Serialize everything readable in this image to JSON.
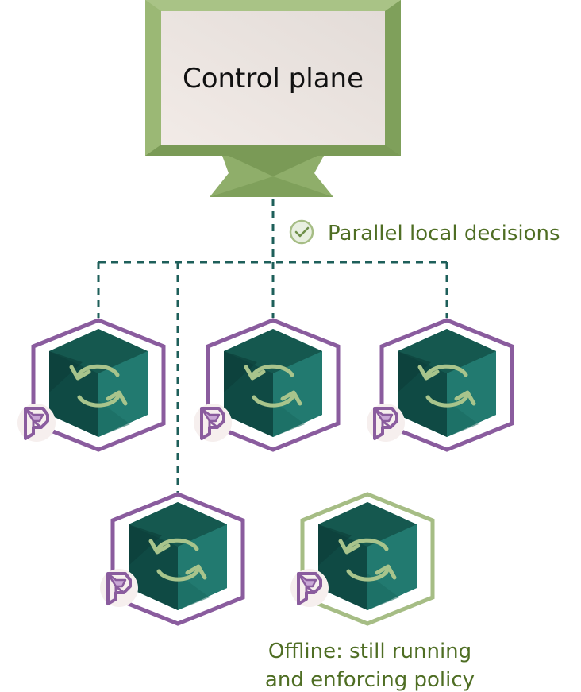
{
  "control_plane": {
    "label": "Control plane"
  },
  "status": {
    "parallel_label": "Parallel local decisions"
  },
  "offline_note": {
    "line1": "Offline: still running",
    "line2": "and enforcing policy"
  },
  "nodes": [
    {
      "state": "connected"
    },
    {
      "state": "connected"
    },
    {
      "state": "connected"
    },
    {
      "state": "connected"
    },
    {
      "state": "offline"
    }
  ],
  "colors": {
    "monitor_frame": "#8fae6a",
    "monitor_frame_light": "#a9c386",
    "monitor_screen": "#ede4e0",
    "connector_line": "#1e5f5a",
    "connected_hex": "#8a5c9e",
    "offline_hex": "#a6bd85",
    "cube_dark": "#0f4a44",
    "cube_mid": "#1b6b62",
    "cube_light": "#227a70",
    "sync_arrows": "#a8c48c",
    "badge": "#8a5c9e",
    "label_green": "#4f6e24"
  }
}
